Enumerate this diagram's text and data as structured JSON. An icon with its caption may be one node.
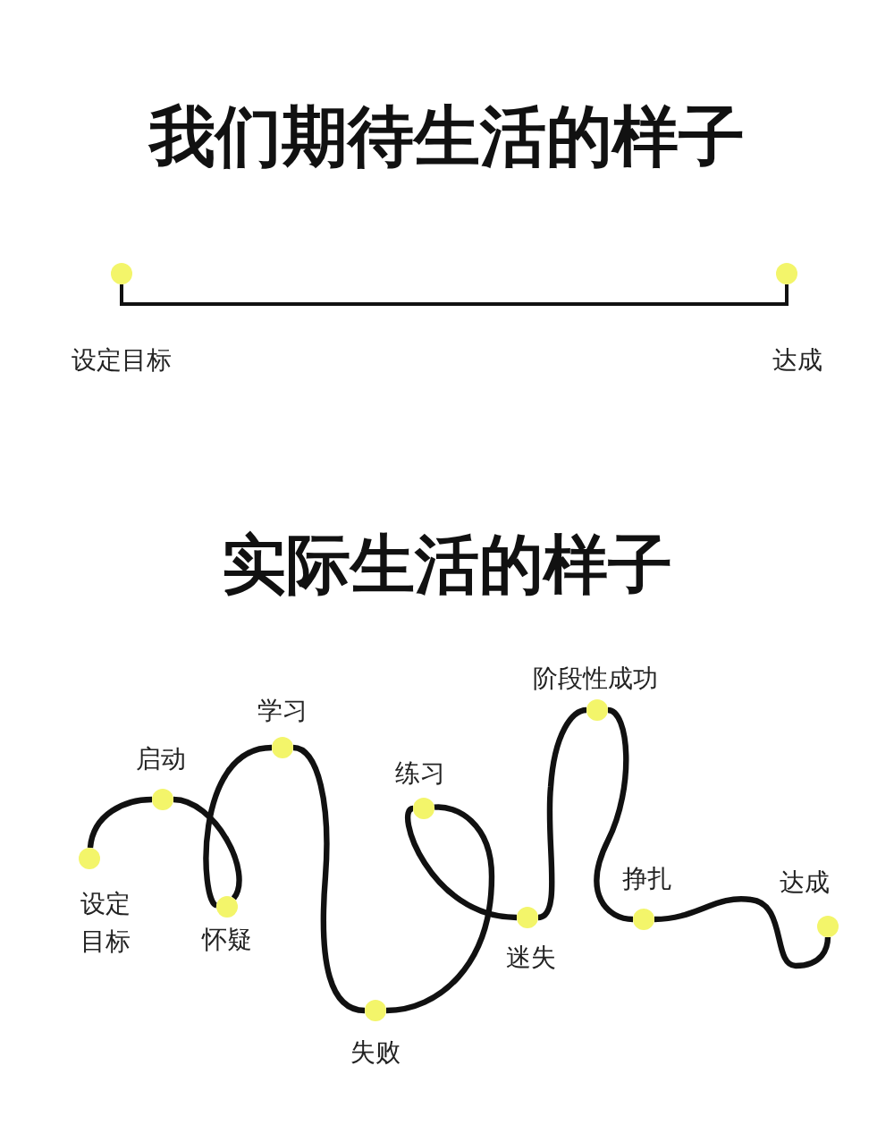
{
  "diagram": {
    "title": "我们期待生活的样子",
    "nodes": [
      {
        "text": [],
        "shape": "circle",
        "beside": [
          "设定目标"
        ]
      },
      {
        "text": [],
        "shape": "circle",
        "beside": [
          "达成"
        ]
      },
      {
        "text": [],
        "shape": "circle",
        "beside": [
          "设定目标"
        ]
      },
      {
        "text": [],
        "shape": "circle",
        "beside": [
          "启动"
        ]
      },
      {
        "text": [],
        "shape": "circle",
        "beside": [
          "怀疑"
        ]
      },
      {
        "text": [],
        "shape": "circle",
        "beside": [
          "学习"
        ]
      },
      {
        "text": [],
        "shape": "circle",
        "beside": [
          "失败"
        ]
      },
      {
        "text": [],
        "shape": "circle",
        "beside": [
          "练习"
        ]
      },
      {
        "text": [],
        "shape": "circle",
        "beside": [
          "迷失"
        ]
      },
      {
        "text": [],
        "shape": "circle",
        "beside": [
          "阶段性成功"
        ]
      },
      {
        "text": [],
        "shape": "circle",
        "beside": [
          "挣扎"
        ]
      },
      {
        "text": [],
        "shape": "circle",
        "beside": [
          "达成"
        ]
      }
    ],
    "edges": [
      {
        "from": 0,
        "to": 1,
        "arrow": "none"
      },
      {
        "from": 2,
        "to": 3,
        "arrow": "none"
      },
      {
        "from": 3,
        "to": 4,
        "arrow": "none"
      },
      {
        "from": 4,
        "to": 5,
        "arrow": "none"
      },
      {
        "from": 5,
        "to": 6,
        "arrow": "none"
      },
      {
        "from": 6,
        "to": 7,
        "arrow": "none"
      },
      {
        "from": 7,
        "to": 8,
        "arrow": "none"
      },
      {
        "from": 8,
        "to": 9,
        "arrow": "none"
      },
      {
        "from": 9,
        "to": 10,
        "arrow": "none"
      },
      {
        "from": 10,
        "to": 11,
        "arrow": "none"
      }
    ],
    "labels": [
      "实际生活的样子"
    ]
  }
}
